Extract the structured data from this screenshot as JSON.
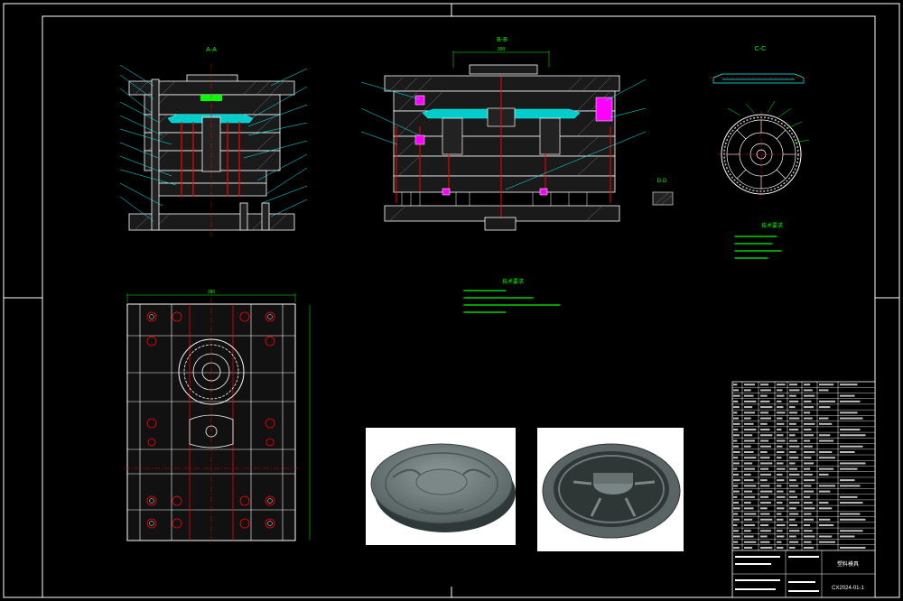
{
  "drawing": {
    "section_labels": {
      "a_a": "A-A",
      "b_b": "B-B",
      "c_c": "C-C",
      "d_d": "D-D"
    },
    "tech_req_left_title": "技术要求",
    "tech_req_right_title": "技术要求",
    "drawing_number": "CX2024-01-1",
    "title_cell": "塑料模具",
    "dims": {
      "width_plan": "380",
      "width_bb": "300"
    }
  },
  "colors": {
    "background": "#000000",
    "outline": "#ffffff",
    "dimension": "#00ff00",
    "cyan": "#00ffff",
    "red": "#ff0000",
    "magenta": "#ff00ff",
    "yellow": "#ffff00"
  },
  "icons": {
    "part_photo_top": "plastic-lid-top-view",
    "part_photo_bottom": "plastic-lid-bottom-view"
  }
}
